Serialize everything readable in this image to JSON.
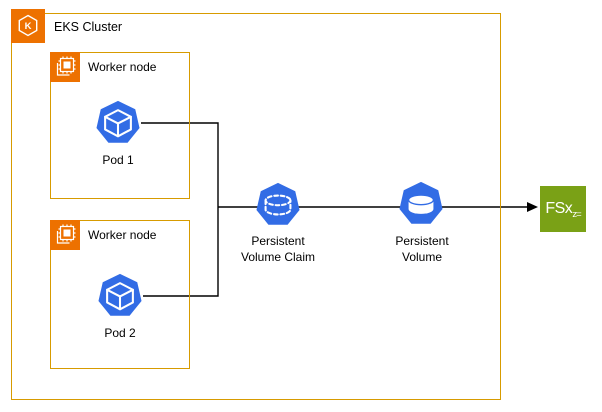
{
  "diagram": {
    "cluster": {
      "label": "EKS Cluster",
      "icon_letter": "K"
    },
    "workers": [
      {
        "label": "Worker node",
        "pod_label": "Pod 1"
      },
      {
        "label": "Worker node",
        "pod_label": "Pod 2"
      }
    ],
    "pvc": {
      "line1": "Persistent",
      "line2": "Volume Claim"
    },
    "pv": {
      "line1": "Persistent",
      "line2": "Volume"
    },
    "fsx": {
      "label": "FSx",
      "sub": "z="
    },
    "colors": {
      "group_border": "#D79B00",
      "aws_orange": "#ED7100",
      "k8s_blue": "#326CE5",
      "fsx_green": "#7AA116",
      "connector": "#000000"
    }
  }
}
